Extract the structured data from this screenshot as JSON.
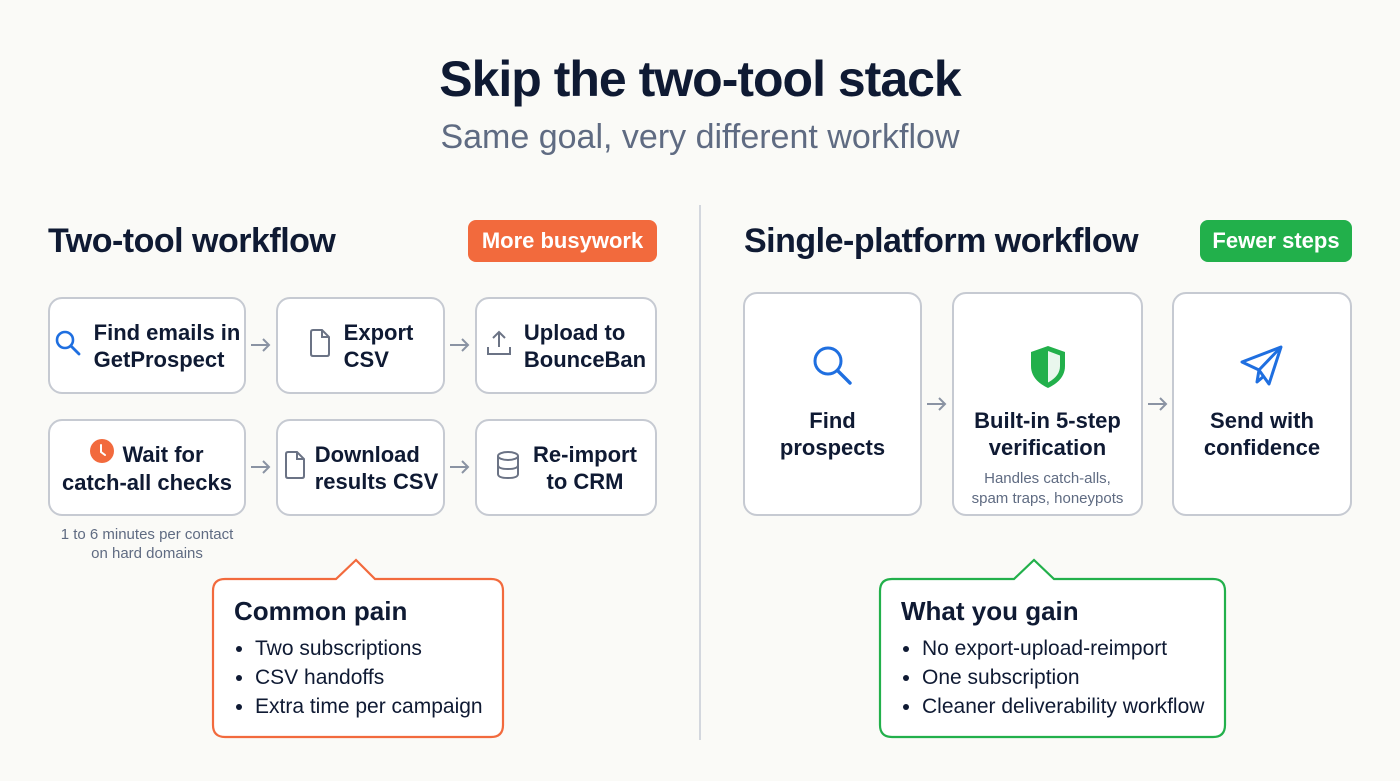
{
  "header": {
    "title": "Skip the two-tool stack",
    "subtitle": "Same goal, very different workflow"
  },
  "colors": {
    "dark_text": "#0f1a33",
    "muted_text": "#5f6b82",
    "orange_accent": "#f26a3d",
    "green_accent": "#22b04b",
    "blue_icon": "#1f6fe0",
    "box_border": "#c6cad2",
    "divider": "#d3d7de"
  },
  "left": {
    "heading": "Two-tool workflow",
    "badge": "More busywork",
    "steps": [
      {
        "label_line1": "Find emails in",
        "label_line2": "GetProspect",
        "icon": "search-icon"
      },
      {
        "label_line1": "Export",
        "label_line2": "CSV",
        "icon": "file-icon"
      },
      {
        "label_line1": "Upload to",
        "label_line2": "BounceBan",
        "icon": "upload-icon"
      },
      {
        "label_line1": "Wait for",
        "label_line2": "catch-all checks",
        "icon": "clock-icon"
      },
      {
        "label_line1": "Download",
        "label_line2": "results CSV",
        "icon": "file-icon"
      },
      {
        "label_line1": "Re-import",
        "label_line2": "to CRM",
        "icon": "database-icon"
      }
    ],
    "note_line1": "1 to 6 minutes per contact",
    "note_line2": "on hard domains",
    "callout": {
      "title": "Common pain",
      "items": [
        "Two subscriptions",
        "CSV handoffs",
        "Extra time per campaign"
      ]
    }
  },
  "right": {
    "heading": "Single-platform workflow",
    "badge": "Fewer steps",
    "steps": [
      {
        "label_line1": "Find",
        "label_line2": "prospects",
        "icon": "search-icon"
      },
      {
        "label_line1": "Built-in 5-step",
        "label_line2": "verification",
        "sub_line1": "Handles catch-alls,",
        "sub_line2": "spam traps, honeypots",
        "icon": "shield-icon"
      },
      {
        "label_line1": "Send with",
        "label_line2": "confidence",
        "icon": "send-icon"
      }
    ],
    "callout": {
      "title": "What you gain",
      "items": [
        "No export-upload-reimport",
        "One subscription",
        "Cleaner deliverability workflow"
      ]
    }
  }
}
